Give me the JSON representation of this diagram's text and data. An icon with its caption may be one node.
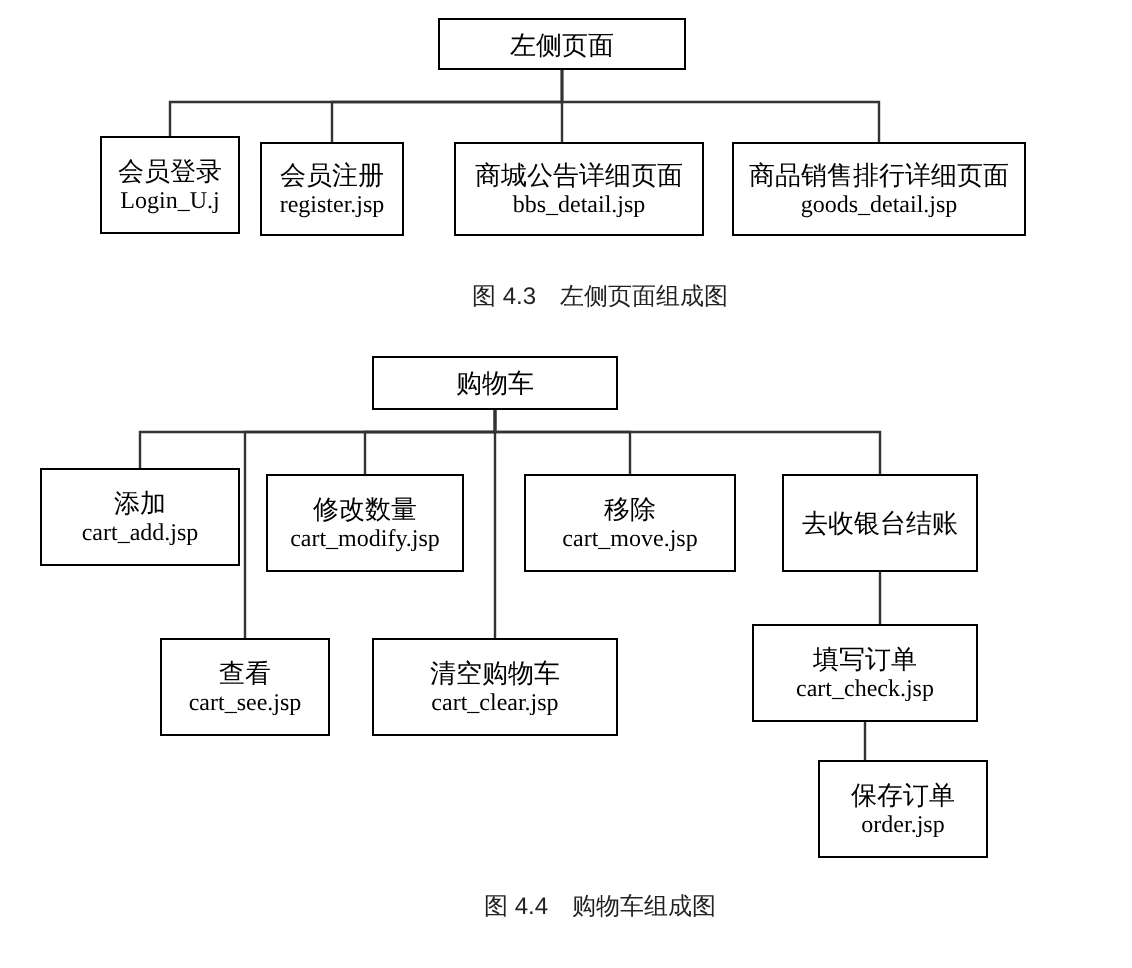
{
  "diagram": {
    "nodes": [
      {
        "text": [
          "左侧页面"
        ]
      },
      {
        "text": [
          "会员登录",
          "Login_U.j"
        ]
      },
      {
        "text": [
          "会员注册",
          "register.jsp"
        ]
      },
      {
        "text": [
          "商城公告详细页面",
          "bbs_detail.jsp"
        ]
      },
      {
        "text": [
          "商品销售排行详细页面",
          "goods_detail.jsp"
        ]
      },
      {
        "text": [
          "购物车"
        ]
      },
      {
        "text": [
          "添加",
          "cart_add.jsp"
        ]
      },
      {
        "text": [
          "修改数量",
          "cart_modify.jsp"
        ]
      },
      {
        "text": [
          "移除",
          "cart_move.jsp"
        ]
      },
      {
        "text": [
          "去收银台结账"
        ]
      },
      {
        "text": [
          "查看",
          "cart_see.jsp"
        ]
      },
      {
        "text": [
          "清空购物车",
          "cart_clear.jsp"
        ]
      },
      {
        "text": [
          "填写订单",
          "cart_check.jsp"
        ]
      },
      {
        "text": [
          "保存订单",
          "order.jsp"
        ]
      }
    ],
    "edges": [
      {
        "from": 0,
        "to": 1,
        "arrow": "none"
      },
      {
        "from": 0,
        "to": 2,
        "arrow": "none"
      },
      {
        "from": 0,
        "to": 3,
        "arrow": "none"
      },
      {
        "from": 0,
        "to": 4,
        "arrow": "none"
      },
      {
        "from": 5,
        "to": 6,
        "arrow": "none"
      },
      {
        "from": 5,
        "to": 7,
        "arrow": "none"
      },
      {
        "from": 5,
        "to": 8,
        "arrow": "none"
      },
      {
        "from": 5,
        "to": 9,
        "arrow": "none"
      },
      {
        "from": 5,
        "to": 10,
        "arrow": "none"
      },
      {
        "from": 5,
        "to": 11,
        "arrow": "none"
      },
      {
        "from": 9,
        "to": 12,
        "arrow": "none"
      },
      {
        "from": 12,
        "to": 13,
        "arrow": "none"
      }
    ],
    "labels": [
      "图 4.3　左侧页面组成图",
      "图 4.4　购物车组成图"
    ]
  }
}
